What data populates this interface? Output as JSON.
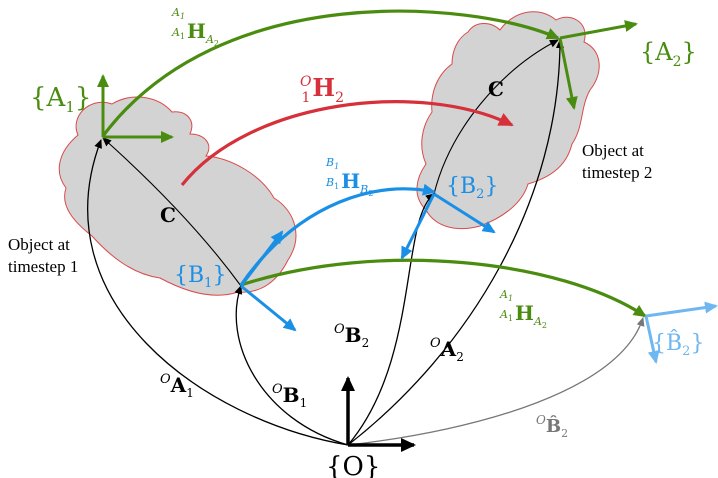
{
  "colors": {
    "green": "#4a8c10",
    "red": "#d6303a",
    "blue": "#1a8fe6",
    "lightblue": "#6fb7f0",
    "black": "#000000",
    "gray": "#777777",
    "blob_fill": "#d3d3d3",
    "blob_stroke": "#d94b4b"
  },
  "frames": {
    "A1": "{A",
    "A1_sub": "1",
    "A2": "{A",
    "A2_sub": "2",
    "B1": "{B",
    "B1_sub": "1",
    "B2": "{B",
    "B2_sub": "2",
    "B2hat": "{B̂",
    "B2hat_sub": "2",
    "O": "{O}",
    "close": "}"
  },
  "vectors": {
    "OA1": "A",
    "OA1_sub": "1",
    "OB1": "B",
    "OB1_sub": "1",
    "OB2": "B",
    "OB2_sub": "2",
    "OA2": "A",
    "OA2_sub": "2",
    "OB2hat": "B̂",
    "OB2hat_sub": "2",
    "O_sup": "O"
  },
  "transforms": {
    "H": "H",
    "H_O_sup": "O",
    "H_O_presub": "1",
    "H_O_sub": "2",
    "A_top_sup": "A",
    "A_top_sup_sub": "1",
    "A_pre": "A",
    "A_pre_sub": "1",
    "A_sub": "A",
    "A_sub_sub": "2",
    "B_sup": "B",
    "B_sup_sub": "1",
    "B_pre": "B",
    "B_pre_sub": "1",
    "B_sub": "B",
    "B_sub_sub": "2"
  },
  "points": {
    "C1": "C",
    "C2": "C"
  },
  "captions": {
    "t1_line1": "Object at",
    "t1_line2": "timestep 1",
    "t2_line1": "Object at",
    "t2_line2": "timestep 2"
  }
}
